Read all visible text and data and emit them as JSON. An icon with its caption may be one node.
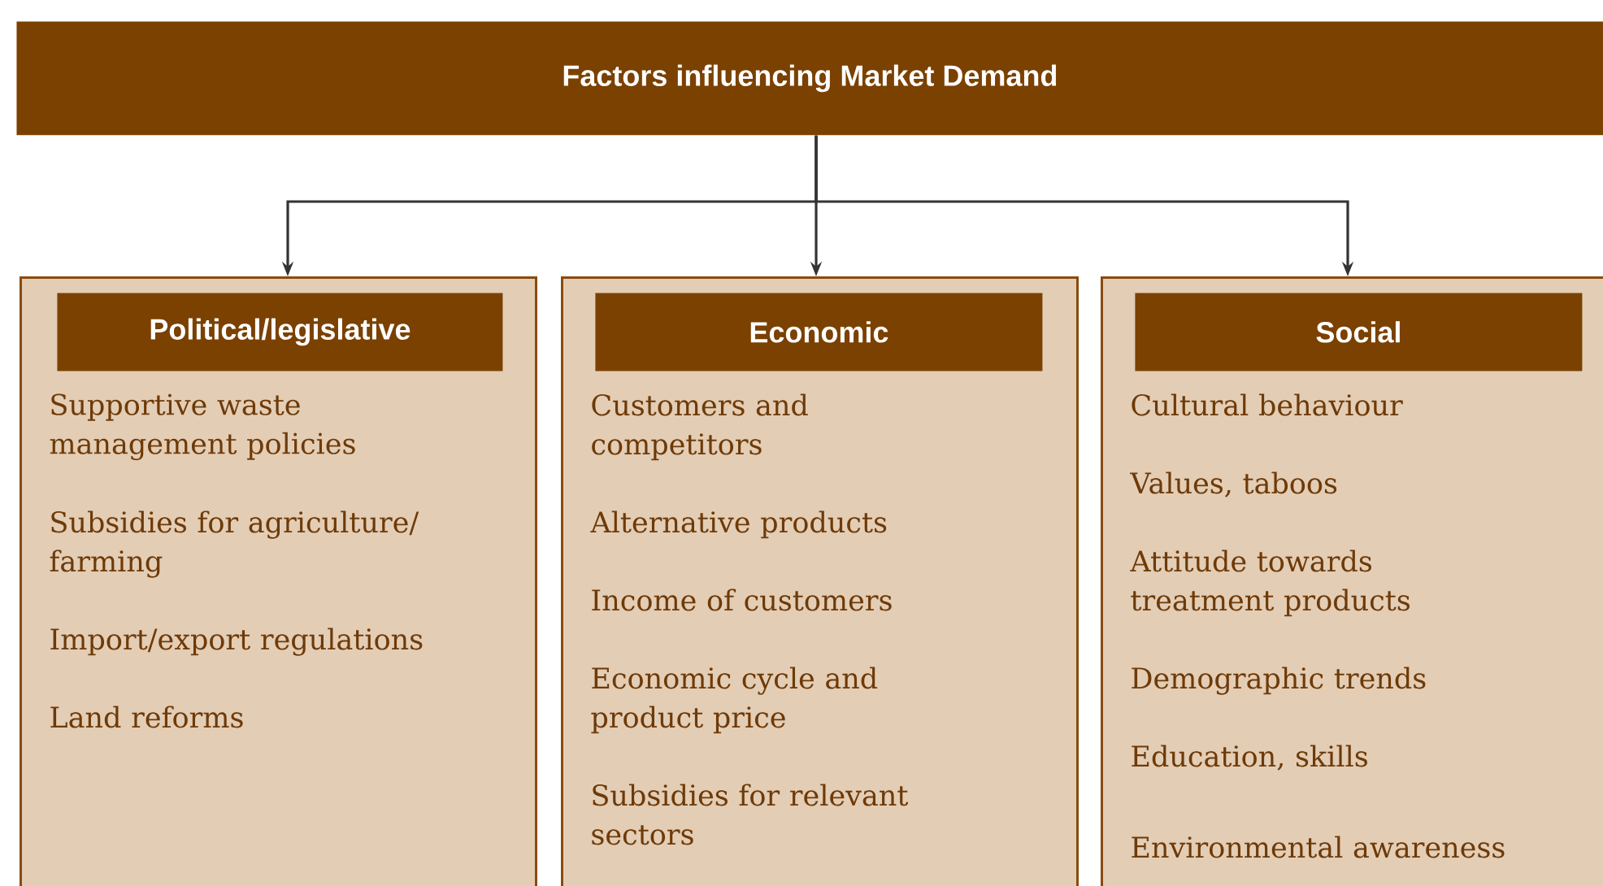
{
  "diagram": {
    "nodes": [
      {
        "text": [
          "Factors influencing Market Demand"
        ]
      },
      {
        "text": [
          "Supportive waste management policies",
          "Subsidies for agriculture/ farming",
          "Import/export regulations",
          "Land reforms"
        ]
      },
      {
        "text": [
          "Political/legislative"
        ],
        "in": 1
      },
      {
        "text": [
          "Customers and competitors",
          "Alternative products",
          "Income of customers",
          "Economic cycle and product price",
          "Subsidies for relevant sectors"
        ]
      },
      {
        "text": [
          "Economic"
        ],
        "in": 3
      },
      {
        "text": [
          "Cultural behaviour",
          "Values, taboos",
          "Attitude towards treatment products",
          "Demographic trends",
          "Education, skills",
          "Environmental awareness"
        ]
      },
      {
        "text": [
          "Social"
        ],
        "in": 5
      }
    ],
    "edges": [
      {
        "from": 0,
        "to": 1,
        "arrow": "to"
      },
      {
        "from": 0,
        "to": 3,
        "arrow": "to"
      },
      {
        "from": 0,
        "to": 5,
        "arrow": "to"
      }
    ]
  }
}
